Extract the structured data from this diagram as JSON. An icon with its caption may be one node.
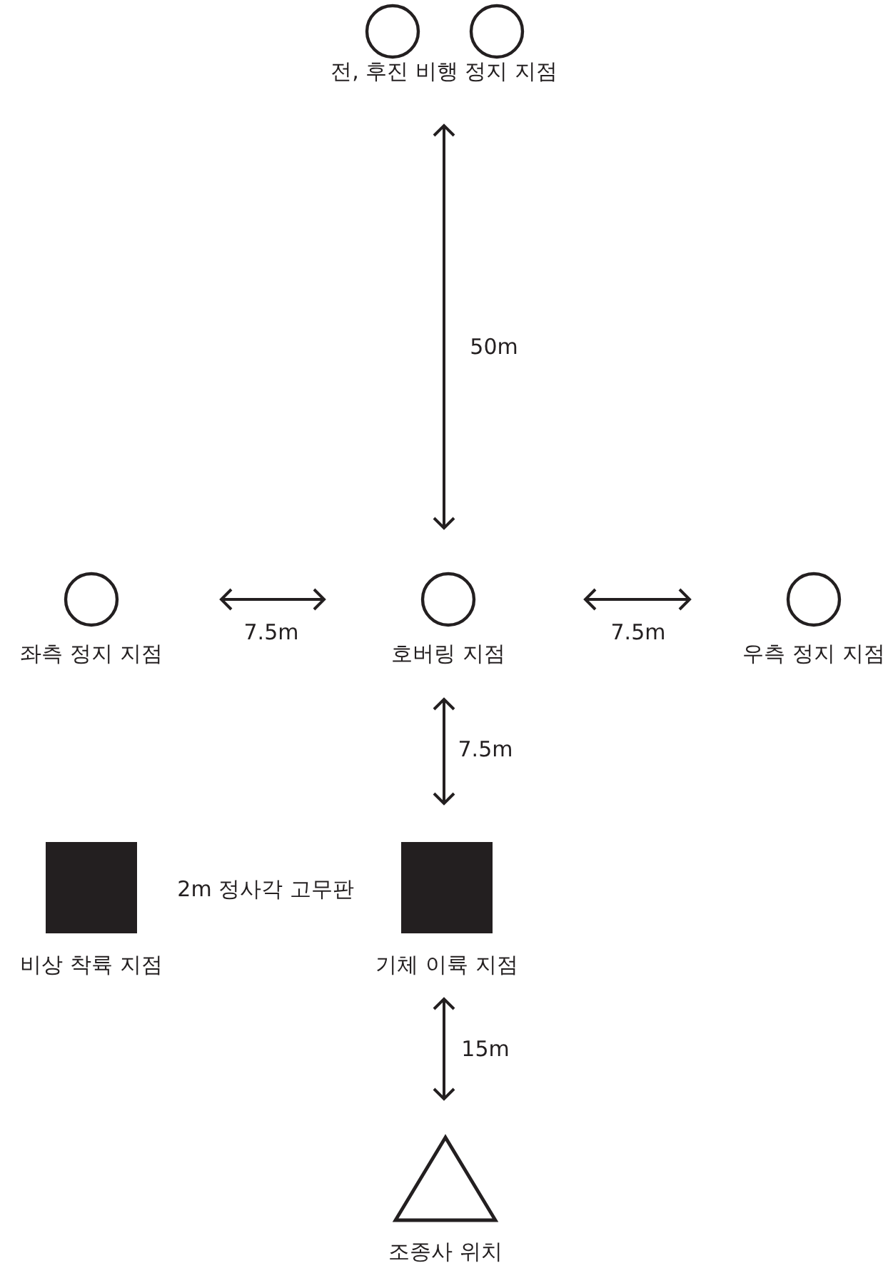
{
  "diagram": {
    "nodes": [
      {
        "text": [
          "전, 후진 비행 정지 지점"
        ]
      },
      {
        "text": [
          "좌측 정지 지점"
        ]
      },
      {
        "text": [
          "호버링 지점"
        ]
      },
      {
        "text": [
          "우측 정지 지점"
        ]
      },
      {
        "text": [
          "비상 착륙 지점"
        ]
      },
      {
        "text": [
          "기체 이륙 지점"
        ]
      },
      {
        "text": [
          "조종사 위치"
        ]
      }
    ],
    "labels": [
      "50m",
      "7.5m",
      "7.5m",
      "7.5m",
      "2m 정사각 고무판",
      "15m"
    ]
  }
}
